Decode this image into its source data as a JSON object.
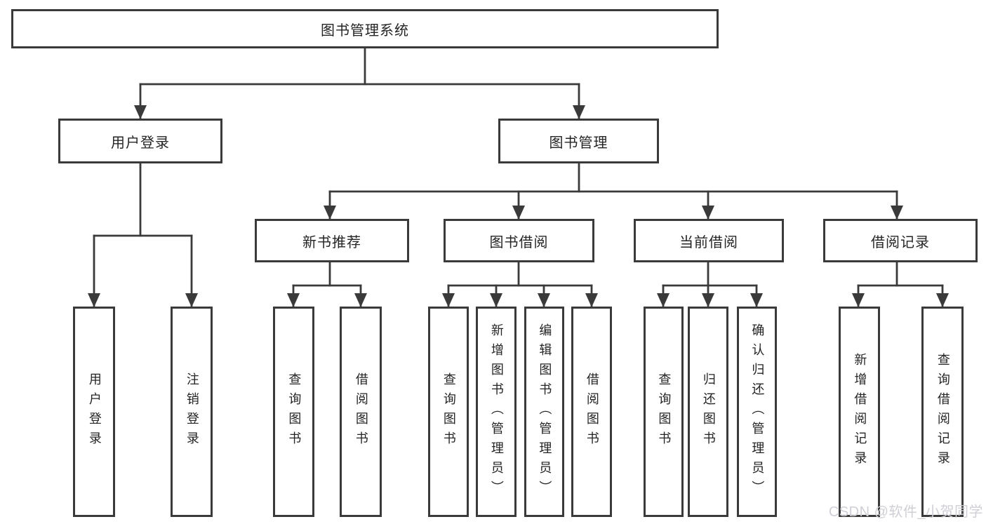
{
  "colors": {
    "line": "#3a3a3a",
    "text": "#242424",
    "box_fill": "#ffffff",
    "watermark": "#cfcfd6"
  },
  "tree": {
    "root": {
      "label": "图书管理系统"
    },
    "branches": [
      {
        "label": "用户登录",
        "children": [
          {
            "label": "用户登录"
          },
          {
            "label": "注销登录"
          }
        ]
      },
      {
        "label": "图书管理",
        "children": [
          {
            "label": "新书推荐",
            "children": [
              {
                "label": "查询图书"
              },
              {
                "label": "借阅图书"
              }
            ]
          },
          {
            "label": "图书借阅",
            "children": [
              {
                "label": "查询图书"
              },
              {
                "label": "新增图书（管理员）"
              },
              {
                "label": "编辑图书（管理员）"
              },
              {
                "label": "借阅图书"
              }
            ]
          },
          {
            "label": "当前借阅",
            "children": [
              {
                "label": "查询图书"
              },
              {
                "label": "归还图书"
              },
              {
                "label": "确认归还（管理员）"
              }
            ]
          },
          {
            "label": "借阅记录",
            "children": [
              {
                "label": "新增借阅记录"
              },
              {
                "label": "查询借阅记录"
              }
            ]
          }
        ]
      }
    ]
  },
  "watermark": {
    "text": "CSDN @软件_小贺同学"
  }
}
